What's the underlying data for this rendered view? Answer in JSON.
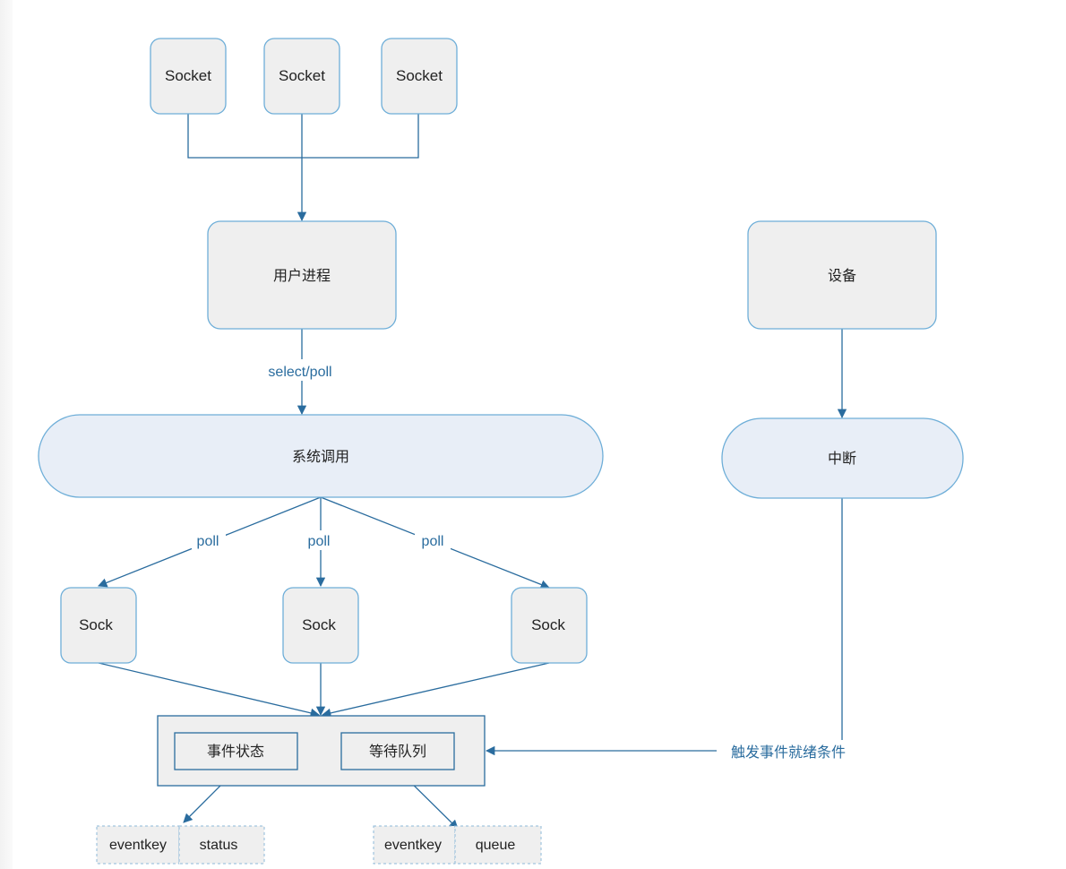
{
  "nodes": {
    "socket_1": "Socket",
    "socket_2": "Socket",
    "socket_3": "Socket",
    "user_process": "用户进程",
    "device": "设备",
    "system_call": "系统调用",
    "interrupt": "中断",
    "sock_1": "Sock",
    "sock_2": "Sock",
    "sock_3": "Sock",
    "event_status": "事件状态",
    "wait_queue": "等待队列",
    "eventkey_1": "eventkey",
    "status": "status",
    "eventkey_2": "eventkey",
    "queue": "queue"
  },
  "edge_labels": {
    "select_poll": "select/poll",
    "poll_left": "poll",
    "poll_middle": "poll",
    "poll_right": "poll",
    "trigger_ready": "触发事件就绪条件"
  },
  "colors": {
    "line": "#2a6c9e",
    "node_border": "#6eaed8",
    "node_fill": "#efefef",
    "pill_fill": "#e8eef7"
  }
}
